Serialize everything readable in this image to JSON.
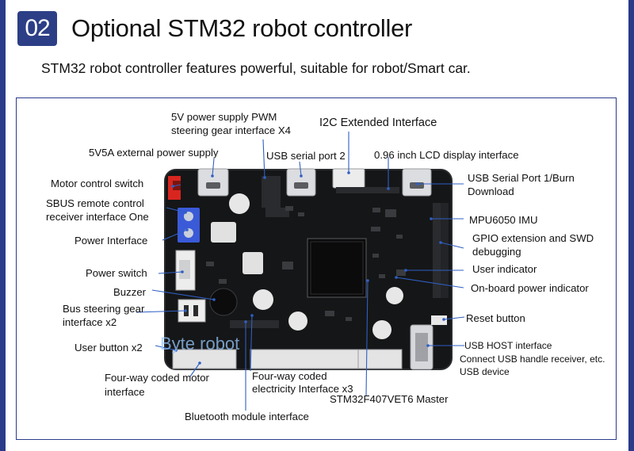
{
  "header": {
    "number": "02",
    "title": "Optional STM32 robot controller",
    "subtitle": "STM32 robot controller features powerful, suitable for robot/Smart car."
  },
  "watermark": "Byte robot",
  "labels": {
    "pwm_a": "5V power supply PWM",
    "pwm_b": "steering gear interface X4",
    "i2c": "I2C Extended Interface",
    "ext_power": "5V5A external power supply",
    "usb2": "USB serial port 2",
    "lcd": "0.96 inch LCD display interface",
    "motor_switch": "Motor control switch",
    "usb1_a": "USB Serial Port 1/Burn",
    "usb1_b": "Download",
    "sbus_a": "SBUS remote control",
    "sbus_b": "receiver interface One",
    "mpu": "MPU6050 IMU",
    "power_if": "Power Interface",
    "gpio_a": "GPIO extension and SWD",
    "gpio_b": "debugging",
    "user_ind": "User indicator",
    "power_switch": "Power switch",
    "onboard_ind": "On-board power indicator",
    "buzzer": "Buzzer",
    "bus_a": "Bus steering gear",
    "bus_b": "interface x2",
    "reset": "Reset button",
    "usb_host": "USB HOST interface",
    "user_btn": "User button x2",
    "connect_a": "Connect USB handle receiver, etc.",
    "connect_b": "USB device",
    "motor_a": "Four-way coded motor",
    "motor_b": "interface",
    "enc_a": "Four-way coded",
    "enc_b": "electricity Interface x3",
    "stm": "STM32F407VET6 Master",
    "bt": "Bluetooth module interface"
  },
  "colors": {
    "accent": "#2c3f86",
    "pcb": "#151617",
    "leader": "#2f5fc4"
  }
}
